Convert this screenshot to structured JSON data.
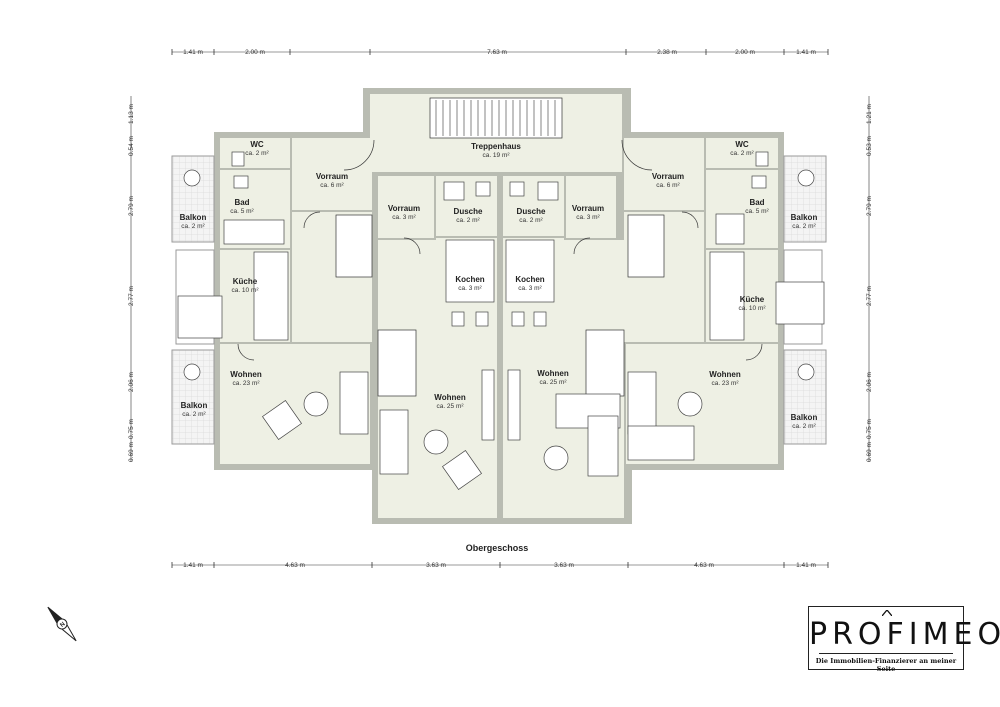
{
  "floor_label": "Obergeschoss",
  "rooms": [
    {
      "id": "treppenhaus",
      "name": "Treppenhaus",
      "area": "ca. 19 m²"
    },
    {
      "id": "wc-left",
      "name": "WC",
      "area": "ca. 2 m²"
    },
    {
      "id": "vorraum-left-outer",
      "name": "Vorraum",
      "area": "ca. 6 m²"
    },
    {
      "id": "bad-left",
      "name": "Bad",
      "area": "ca. 5 m²"
    },
    {
      "id": "balkon-left-top",
      "name": "Balkon",
      "area": "ca. 2 m²"
    },
    {
      "id": "kueche-left",
      "name": "Küche",
      "area": "ca. 10 m²"
    },
    {
      "id": "wohnen-left",
      "name": "Wohnen",
      "area": "ca. 23 m²"
    },
    {
      "id": "balkon-left-bottom",
      "name": "Balkon",
      "area": "ca. 2 m²"
    },
    {
      "id": "vorraum-left-inner",
      "name": "Vorraum",
      "area": "ca. 3 m²"
    },
    {
      "id": "dusche-left",
      "name": "Dusche",
      "area": "ca. 2 m²"
    },
    {
      "id": "kochen-left",
      "name": "Kochen",
      "area": "ca. 3 m²"
    },
    {
      "id": "wohnen-center-left",
      "name": "Wohnen",
      "area": "ca. 25 m²"
    },
    {
      "id": "dusche-right",
      "name": "Dusche",
      "area": "ca. 2 m²"
    },
    {
      "id": "vorraum-right-inner",
      "name": "Vorraum",
      "area": "ca. 3 m²"
    },
    {
      "id": "kochen-right",
      "name": "Kochen",
      "area": "ca. 3 m²"
    },
    {
      "id": "wohnen-center-right",
      "name": "Wohnen",
      "area": "ca. 25 m²"
    },
    {
      "id": "wc-right",
      "name": "WC",
      "area": "ca. 2 m²"
    },
    {
      "id": "vorraum-right-outer",
      "name": "Vorraum",
      "area": "ca. 6 m²"
    },
    {
      "id": "bad-right",
      "name": "Bad",
      "area": "ca. 5 m²"
    },
    {
      "id": "balkon-right-top",
      "name": "Balkon",
      "area": "ca. 2 m²"
    },
    {
      "id": "kueche-right",
      "name": "Küche",
      "area": "ca. 10 m²"
    },
    {
      "id": "wohnen-right",
      "name": "Wohnen",
      "area": "ca. 23 m²"
    },
    {
      "id": "balkon-right-bottom",
      "name": "Balkon",
      "area": "ca. 2 m²"
    }
  ],
  "dimensions": {
    "top": [
      "1.41 m",
      "2.00 m",
      "7.63 m",
      "2.38 m",
      "2.00 m",
      "1.41 m"
    ],
    "bottom": [
      "1.41 m",
      "4.63 m",
      "3.63 m",
      "3.63 m",
      "4.63 m",
      "1.41 m"
    ],
    "left": [
      "1.13 m",
      "0.54 m",
      "2.79 m",
      "2.77 m",
      "2.06 m",
      "0.75 m",
      "0.69 m"
    ],
    "right": [
      "1.21 m",
      "0.53 m",
      "2.79 m",
      "2.77 m",
      "2.06 m",
      "0.75 m",
      "0.69 m"
    ]
  },
  "logo": {
    "wordmark": "PROFIMEO",
    "tagline": "Die Immobilien-Finanzierer an meiner Seite"
  },
  "colors": {
    "floor_fill": "#eef0e4",
    "wall": "#b9bcb2",
    "balcony_fill": "#f2f2f2",
    "ink": "#222222"
  },
  "icons": [
    "compass-icon"
  ]
}
